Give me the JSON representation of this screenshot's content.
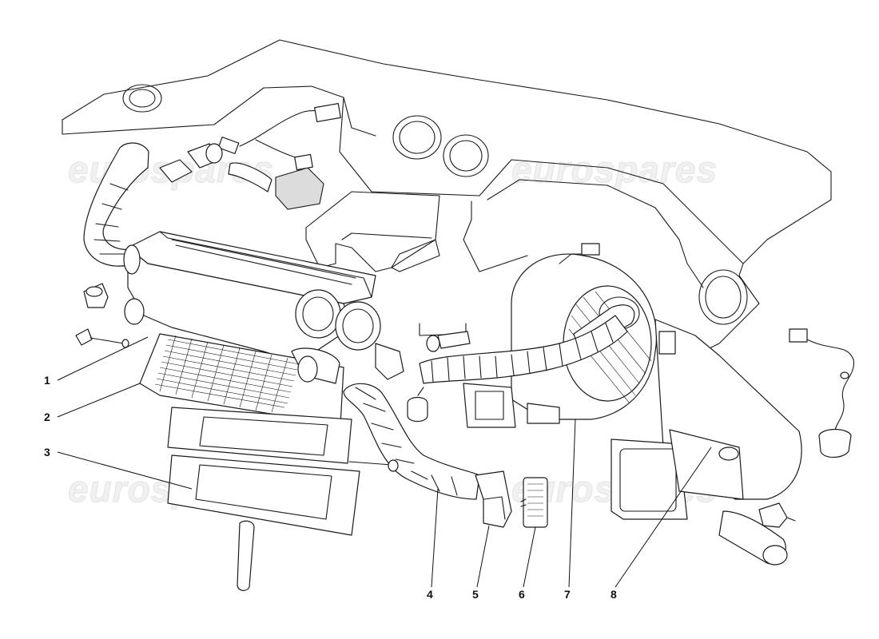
{
  "diagram": {
    "type": "exploded-parts-diagram",
    "watermark": "eurospares",
    "callouts": [
      {
        "id": "1",
        "label": "1"
      },
      {
        "id": "2",
        "label": "2"
      },
      {
        "id": "3",
        "label": "3"
      },
      {
        "id": "4",
        "label": "4"
      },
      {
        "id": "5",
        "label": "5"
      },
      {
        "id": "6",
        "label": "6"
      },
      {
        "id": "7",
        "label": "7"
      },
      {
        "id": "8",
        "label": "8"
      }
    ]
  },
  "colors": {
    "line": "#1a1a1a",
    "background": "#ffffff",
    "watermark": "#e8e8e8"
  }
}
